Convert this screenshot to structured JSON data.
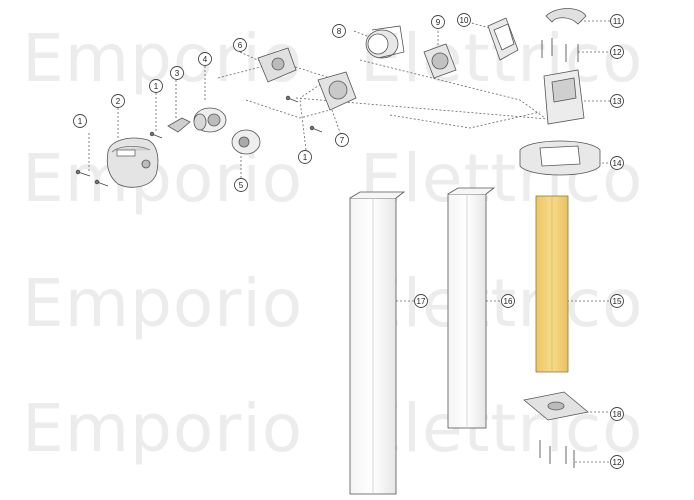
{
  "watermark": {
    "word1": "Emporio",
    "word2": "Elettrico"
  },
  "callouts": [
    "1",
    "1",
    "1",
    "2",
    "3",
    "4",
    "5",
    "6",
    "7",
    "8",
    "9",
    "10",
    "11",
    "12",
    "12",
    "13",
    "14",
    "15",
    "16",
    "17",
    "18"
  ],
  "colors": {
    "highlight_part": "#f2d27a",
    "line": "#555555",
    "watermark": "#ececec"
  }
}
